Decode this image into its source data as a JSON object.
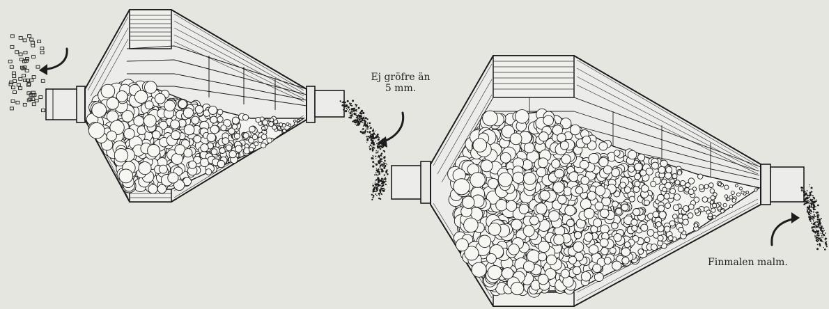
{
  "labels": {
    "size_limit_line1": "Ej gröfre än",
    "size_limit_line2": "5 mm.",
    "output_label": "Finmalen malm."
  },
  "colors": {
    "paper": "#e6e6e1",
    "ink": "#1c1c1c"
  }
}
